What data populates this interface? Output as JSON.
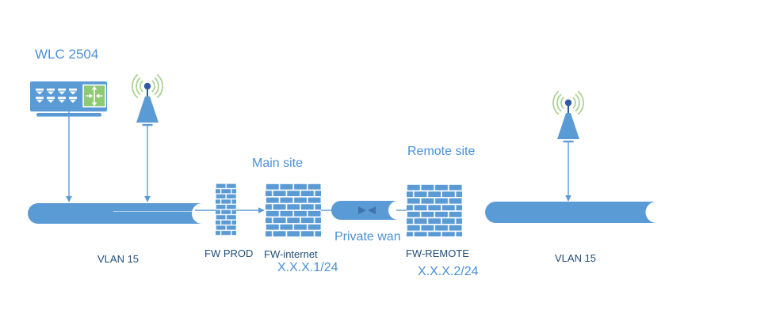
{
  "labels": {
    "wlc": "WLC 2504",
    "main_site": "Main site",
    "remote_site": "Remote site",
    "private_wan": "Private wan",
    "vlan_left": "VLAN 15",
    "vlan_right": "VLAN 15",
    "fw_prod": "FW PROD",
    "fw_internet": "FW-internet",
    "fw_internet_ip": "X.X.X.1/24",
    "fw_remote": "FW-REMOTE",
    "fw_remote_ip": "X.X.X.2/24"
  },
  "colors": {
    "shape_blue": "#5B9BD5",
    "accent_text_blue": "#4A90D8",
    "navy_text": "#1F4E79",
    "device_green": "#8EC973",
    "signal_arc_green": "#A8D18F",
    "antenna_tip_blue": "#2E5B9F",
    "wan_arrow_blue": "#4272AF"
  },
  "icons": {
    "wlc_device": "wireless-lan-controller-icon",
    "wlc_router_module": "router-arrows-icon",
    "access_points": "antenna-icon",
    "firewalls": "brick-wall-icon",
    "vlan_segments": "ethernet-segment-shape",
    "wan_link": "comm-link-shape"
  }
}
